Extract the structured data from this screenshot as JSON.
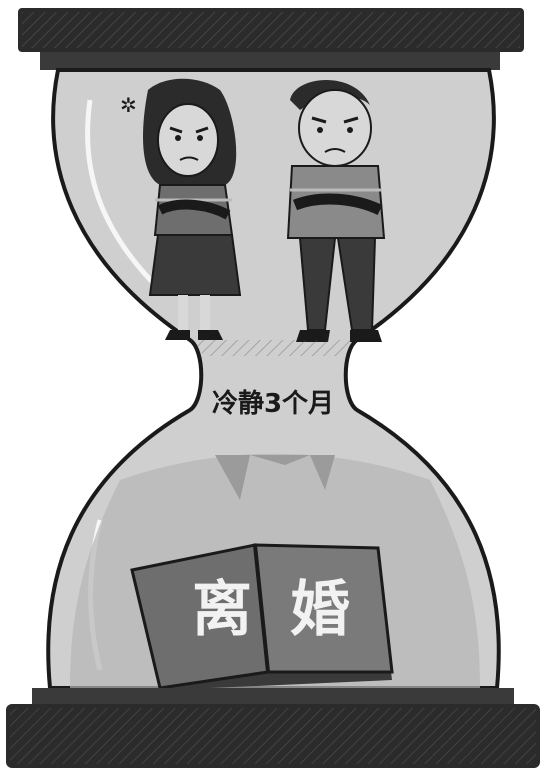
{
  "illustration": {
    "caption": "冷静3个月",
    "book_left_char": "离",
    "book_right_char": "婚",
    "colors": {
      "glass": "#cfcfcf",
      "frame": "#2b2b2b",
      "book": "#6e6e6e",
      "sand": "#a9a9a9"
    },
    "icons": [
      "hourglass-icon",
      "woman-figure",
      "man-figure",
      "book-icon"
    ]
  }
}
